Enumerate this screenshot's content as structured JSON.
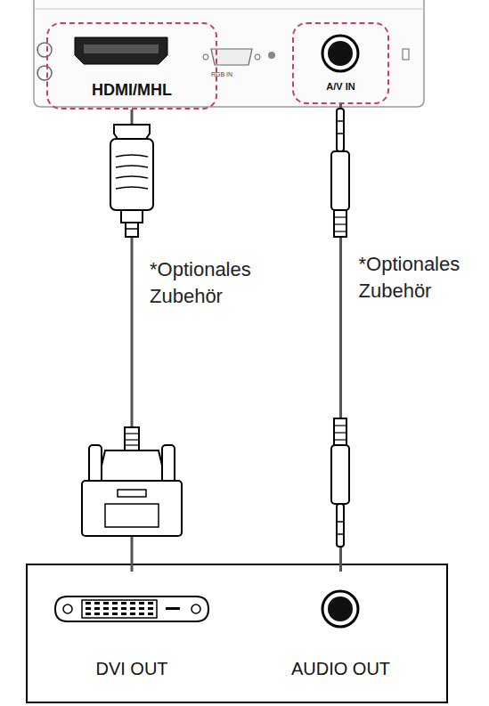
{
  "diagram": {
    "nodes": [
      {
        "text": [
          "HDMI/MHL"
        ]
      },
      {
        "text": [
          "A/V IN"
        ]
      },
      {
        "text": [
          "DVI OUT"
        ]
      },
      {
        "text": [
          "AUDIO OUT"
        ]
      }
    ],
    "edges": [
      {
        "from": 0,
        "to": 2,
        "arrow": "none",
        "label": "*Optionales Zubehör"
      },
      {
        "from": 1,
        "to": 3,
        "arrow": "none",
        "label": "*Optionales Zubehör"
      }
    ],
    "labels": [
      "RGB IN"
    ]
  }
}
